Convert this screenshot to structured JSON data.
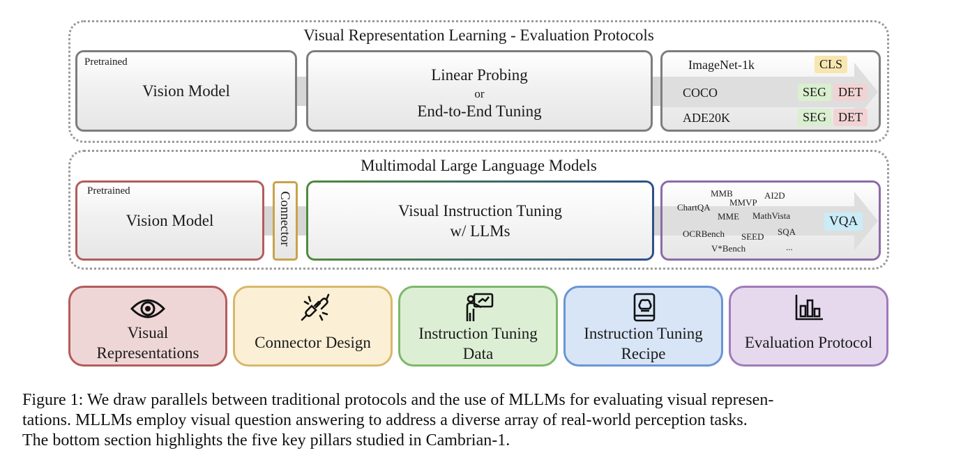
{
  "top_section": {
    "title": "Visual Representation Learning - Evaluation Protocols",
    "vision_model": {
      "tag": "Pretrained",
      "label": "Vision Model"
    },
    "middle": {
      "line1": "Linear Probing",
      "line2": "or",
      "line3": "End-to-End Tuning"
    },
    "datasets": [
      {
        "name": "ImageNet-1k",
        "tasks": [
          "CLS"
        ]
      },
      {
        "name": "COCO",
        "tasks": [
          "SEG",
          "DET"
        ]
      },
      {
        "name": "ADE20K",
        "tasks": [
          "SEG",
          "DET"
        ]
      }
    ]
  },
  "bottom_section": {
    "title": "Multimodal Large Language Models",
    "vision_model": {
      "tag": "Pretrained",
      "label": "Vision Model"
    },
    "connector": "Connector",
    "middle": {
      "line1": "Visual Instruction Tuning",
      "line2": "w/ LLMs"
    },
    "benchmarks": [
      "MMB",
      "AI2D",
      "MMVP",
      "ChartQA",
      "MME",
      "MathVista",
      "OCRBench",
      "SEED",
      "SQA",
      "V*Bench",
      "..."
    ],
    "task": "VQA"
  },
  "pillars": [
    {
      "label": "Visual Representations",
      "icon": "eye-icon",
      "border": "#b35c5c",
      "fill": "#efd6d6"
    },
    {
      "label": "Connector Design",
      "icon": "plug-icon",
      "border": "#d8b86a",
      "fill": "#fbf0d5"
    },
    {
      "label": "Instruction Tuning Data",
      "icon": "teacher-icon",
      "border": "#7db86a",
      "fill": "#dcefd4"
    },
    {
      "label": "Instruction Tuning Recipe",
      "icon": "recipe-book-icon",
      "border": "#6a95d4",
      "fill": "#d8e5f6"
    },
    {
      "label": "Evaluation Protocol",
      "icon": "bar-chart-icon",
      "border": "#a07bb8",
      "fill": "#e6d9ee"
    }
  ],
  "caption": "Figure 1: We draw parallels between traditional protocols and the use of MLLMs for evaluating visual representations. MLLMs employ visual question answering to address a diverse array of real-world perception tasks. The bottom section highlights the five key pillars studied in Cambrian-1.",
  "caption_lines": [
    "Figure 1: We draw parallels between traditional protocols and the use of MLLMs for evaluating visual represen-",
    "tations. MLLMs employ visual question answering to address a diverse array of real-world perception tasks.",
    "The bottom section highlights the five key pillars studied in Cambrian-1."
  ],
  "colors": {
    "cls_tag": "#f8e6b0",
    "seg_tag": "#d9efcf",
    "det_tag": "#f2d3d3",
    "vqa_tag": "#c9ecf7",
    "vision_red": "#b35c5c",
    "connector_gold": "#c9a24d",
    "tuning_green": "#4f8a3c",
    "tuning_blue": "#2f4f8a",
    "eval_purple": "#8c6aa6"
  }
}
